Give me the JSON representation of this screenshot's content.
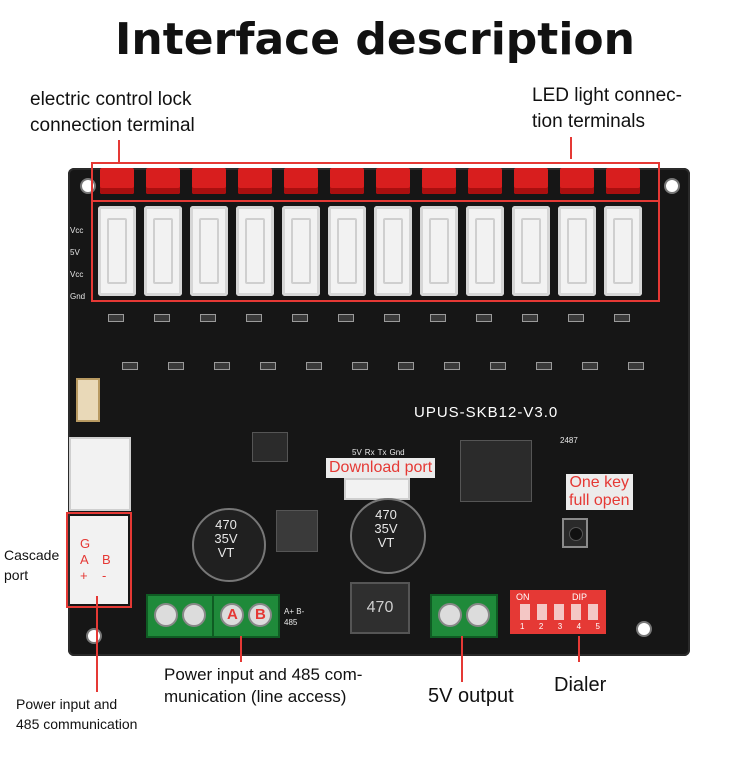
{
  "title": "Interface description",
  "callouts": {
    "lock_terminal": [
      "electric control lock",
      "connection terminal"
    ],
    "led_terminal": [
      "LED light connec-",
      "tion terminals"
    ],
    "cascade": [
      "Cascade",
      "port"
    ],
    "power485": [
      "Power input and",
      "485 communication"
    ],
    "power_line": [
      "Power input and 485 com-",
      "munication (line access)"
    ],
    "output5v": "5V output",
    "dialer": "Dialer"
  },
  "board_labels": {
    "model": "UPUS-SKB12-V3.0",
    "download": "Download port",
    "one_key": [
      "One key",
      "full open"
    ],
    "cap1": [
      "470",
      "35V",
      "VT"
    ],
    "cap2": [
      "470",
      "35V",
      "VT"
    ],
    "inductor": "470",
    "serial_pins": [
      "5V",
      "Rx",
      "Tx",
      "Gnd"
    ],
    "dip_on": "ON",
    "dip_label": "DIP",
    "dip_numbers": [
      "1",
      "2",
      "3",
      "4",
      "5"
    ],
    "cascade_letters": [
      "G",
      "A",
      "B",
      "+",
      "-"
    ],
    "terminal_letters": [
      "A",
      "B"
    ],
    "terminal_485": [
      "A+",
      "B-",
      "485"
    ],
    "side_pins": [
      "Vcc",
      "5V",
      "Vcc",
      "Gnd"
    ],
    "chip_label": "2487"
  },
  "colors": {
    "highlight": "#e53935",
    "pcb": "#161616",
    "terminal": "#1f8a3a"
  }
}
